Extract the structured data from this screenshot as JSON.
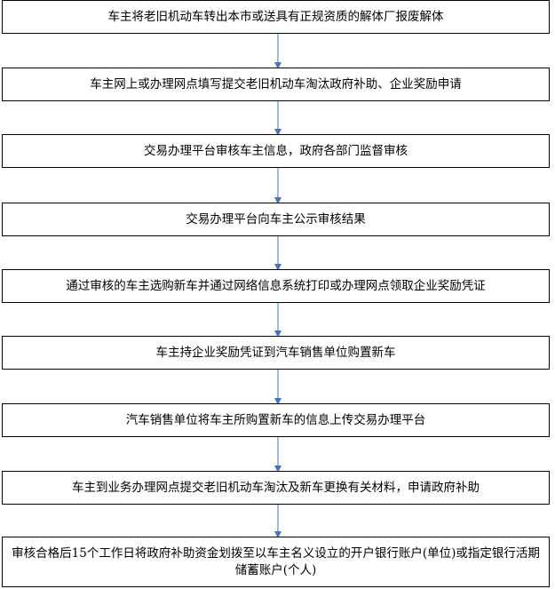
{
  "flow": {
    "steps": [
      "车主将老旧机动车转出本市或送具有正规资质的解体厂报废解体",
      "车主网上或办理网点填写提交老旧机动车淘汰政府补助、企业奖励申请",
      "交易办理平台审核车主信息，政府各部门监督审核",
      "交易办理平台向车主公示审核结果",
      "通过审核的车主选购新车并通过网络信息系统打印或办理网点领取企业奖励凭证",
      "车主持企业奖励凭证到汽车销售单位购置新车",
      "汽车销售单位将车主所购置新车的信息上传交易办理平台",
      "车主到业务办理网点提交老旧机动车淘汰及新车更换有关材料，申请政府补助",
      "审核合格后15个工作日将政府补助资金划拨至以车主名义设立的开户银行账户(单位)或指定银行活期储蓄账户(个人)"
    ]
  },
  "colors": {
    "box_border": "#000000",
    "arrow": "#4a74b5"
  }
}
